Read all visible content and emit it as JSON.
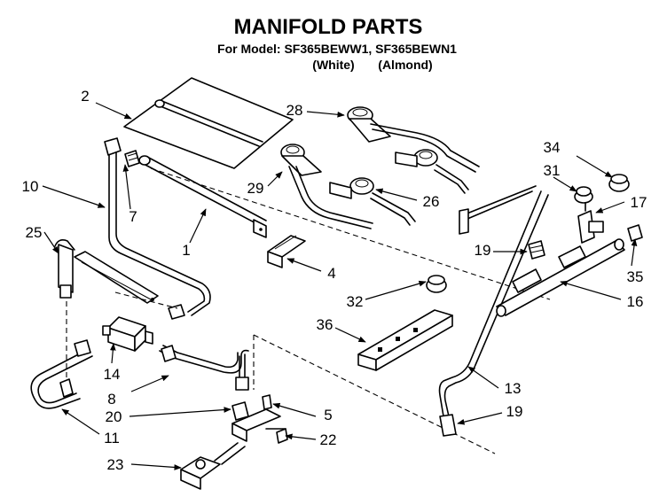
{
  "header": {
    "title": "MANIFOLD PARTS",
    "model_line": "For Model: SF365BEWW1, SF365BEWN1",
    "color_white": "(White)",
    "color_almond": "(Almond)"
  },
  "callouts": {
    "c1": "1",
    "c2": "2",
    "c4": "4",
    "c5": "5",
    "c7": "7",
    "c8": "8",
    "c10": "10",
    "c11": "11",
    "c13": "13",
    "c14": "14",
    "c16": "16",
    "c17": "17",
    "c19a": "19",
    "c19b": "19",
    "c20": "20",
    "c22": "22",
    "c23": "23",
    "c25": "25",
    "c26": "26",
    "c28": "28",
    "c29": "29",
    "c31": "31",
    "c32": "32",
    "c34": "34",
    "c35": "35",
    "c36": "36"
  }
}
